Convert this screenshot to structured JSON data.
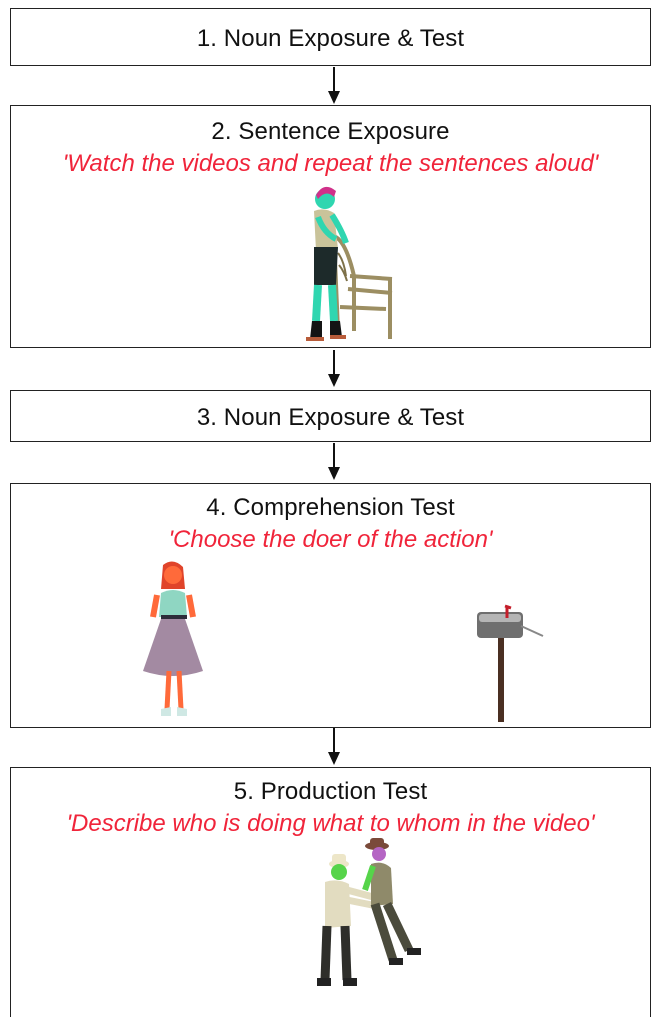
{
  "steps": [
    {
      "title": "1. Noun Exposure & Test"
    },
    {
      "title": "2. Sentence Exposure",
      "instruction": "'Watch the videos and repeat the sentences aloud'"
    },
    {
      "title": "3. Noun Exposure & Test"
    },
    {
      "title": "4. Comprehension Test",
      "instruction": "'Choose the doer of the action'"
    },
    {
      "title": "5. Production Test",
      "instruction": "'Describe who is doing what to whom in the video'"
    }
  ],
  "colors": {
    "instruction": "#f0243a",
    "border": "#222222",
    "arrow": "#111111"
  },
  "illustrations": {
    "step2": "figure-leaning-on-chair",
    "step4": [
      "woman-in-dress",
      "mailbox-on-post"
    ],
    "step5": "two-figures-pushing"
  }
}
